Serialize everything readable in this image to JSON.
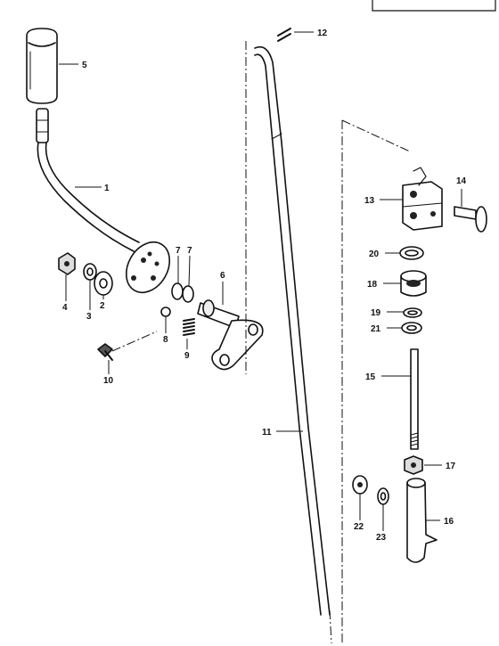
{
  "callouts": {
    "n1": "1",
    "n2": "2",
    "n3": "3",
    "n4": "4",
    "n5": "5",
    "n6": "6",
    "n7a": "7",
    "n7b": "7",
    "n8": "8",
    "n9": "9",
    "n10": "10",
    "n11": "11",
    "n12": "12",
    "n13": "13",
    "n14": "14",
    "n15": "15",
    "n16": "16",
    "n17": "17",
    "n18": "18",
    "n19": "19",
    "n20": "20",
    "n21": "21",
    "n22": "22",
    "n23": "23"
  }
}
